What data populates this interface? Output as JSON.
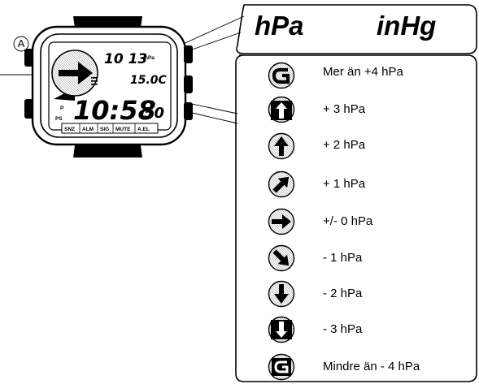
{
  "callout_label": "A",
  "units": {
    "hpa": "hPa",
    "inhg": "inHg"
  },
  "watch": {
    "date": "10 13",
    "unit_small": "hPa",
    "pressure": "15.0C",
    "time": "10:58",
    "seconds": "50",
    "p_label": "P",
    "ps_label": "PS",
    "buttons": [
      "SNZ",
      "ALM",
      "SIG",
      "MUTE",
      "A.EL"
    ]
  },
  "legend": [
    {
      "icon": "g-icon",
      "label": "Mer än +4 hPa"
    },
    {
      "icon": "double-arrow-up-icon",
      "label": "+ 3 hPa"
    },
    {
      "icon": "arrow-up-icon",
      "label": "+ 2 hPa"
    },
    {
      "icon": "arrow-up-right-icon",
      "label": "+ 1 hPa"
    },
    {
      "icon": "arrow-right-icon",
      "label": "+/- 0 hPa"
    },
    {
      "icon": "arrow-down-right-icon",
      "label": "- 1 hPa"
    },
    {
      "icon": "arrow-down-icon",
      "label": "- 2 hPa"
    },
    {
      "icon": "double-arrow-down-icon",
      "label": "- 3 hPa"
    },
    {
      "icon": "g-inverted-icon",
      "label": "Mindre än - 4 hPa"
    }
  ]
}
